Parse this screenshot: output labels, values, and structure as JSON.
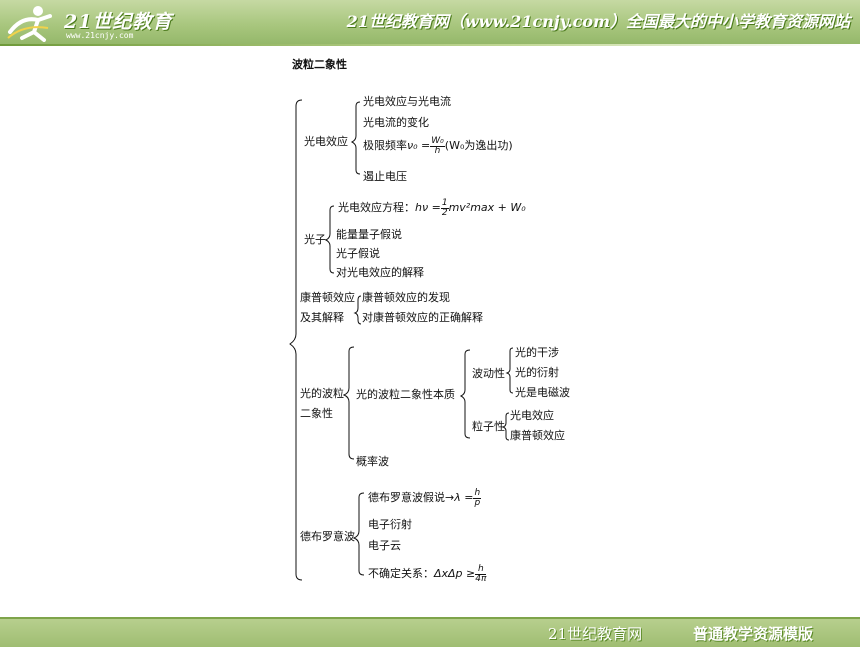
{
  "header": {
    "logo_text": "21世纪教育",
    "logo_url": "www.21cnjy.com",
    "title": "21世纪教育网（www.21cnjy.com）全国最大的中小学教育资源网站"
  },
  "footer": {
    "left": "21世纪教育网",
    "right": "普通教学资源模版"
  },
  "map": {
    "title": "波粒二象性",
    "photoelectric": {
      "label": "光电效应",
      "items": [
        "光电效应与光电流",
        "光电流的变化"
      ],
      "threshold_prefix": "极限频率",
      "threshold_formula_lhs": "ν₀ =",
      "threshold_num": "W₀",
      "threshold_den": "h",
      "threshold_suffix": "(W₀为逸出功)",
      "stop_voltage": "遏止电压"
    },
    "photon": {
      "label": "光子",
      "equation_prefix": "光电效应方程：",
      "equation_lhs": "hν =",
      "equation_num": "1",
      "equation_den": "2",
      "equation_rhs": "mv²max + W₀",
      "items": [
        "能量量子假说",
        "光子假说",
        "对光电效应的解释"
      ]
    },
    "compton": {
      "label_line1": "康普顿效应",
      "label_line2": "及其解释",
      "items": [
        "康普顿效应的发现",
        "对康普顿效应的正确解释"
      ]
    },
    "duality": {
      "label_line1": "光的波粒",
      "label_line2": "二象性",
      "essence": "光的波粒二象性本质",
      "wave": {
        "label": "波动性",
        "items": [
          "光的干涉",
          "光的衍射",
          "光是电磁波"
        ]
      },
      "particle": {
        "label": "粒子性",
        "items": [
          "光电效应",
          "康普顿效应"
        ]
      },
      "probability": "概率波"
    },
    "debroglie": {
      "label": "德布罗意波",
      "hypothesis_prefix": "德布罗意波假说→",
      "hypothesis_lhs": "λ =",
      "hypothesis_num": "h",
      "hypothesis_den": "p",
      "items": [
        "电子衍射",
        "电子云"
      ],
      "uncertainty_prefix": "不确定关系：",
      "uncertainty_lhs": "ΔxΔp ≥",
      "uncertainty_num": "h",
      "uncertainty_den": "4π"
    }
  }
}
